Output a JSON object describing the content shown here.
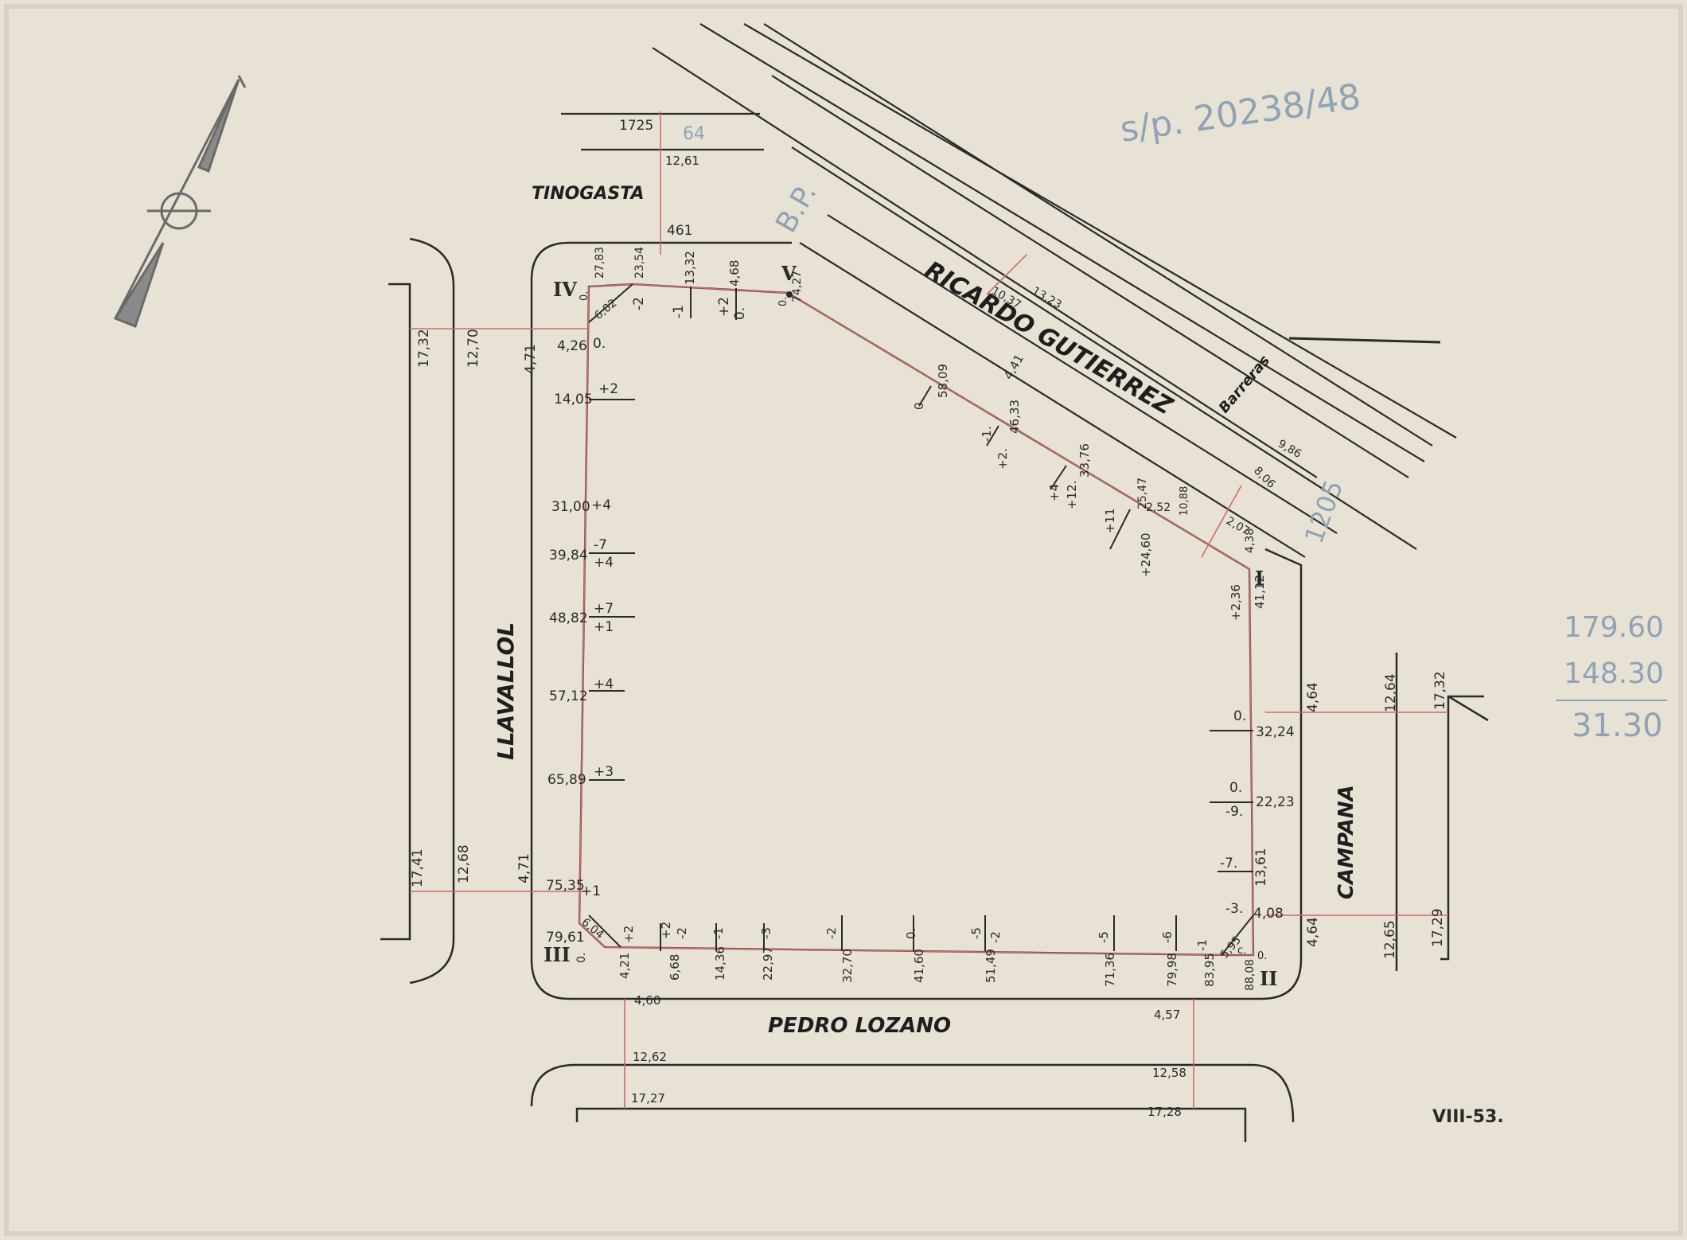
{
  "annotations": {
    "file_ref": "s/p. 20238/48",
    "pencil_bp": "B.P.",
    "pencil_diagonal": "1205",
    "pencil_calc": [
      "179.60",
      "148.30",
      "31.30"
    ],
    "sheet_code": "VIII-53."
  },
  "streets": {
    "tinogasta": "TINOGASTA",
    "ricardo_gutierrez": "RICARDO GUTIERREZ",
    "llavallol": "LLAVALLOL",
    "campana": "CAMPANA",
    "pedro_lozano": "PEDRO LOZANO",
    "barreras": "Barreras"
  },
  "vertices": {
    "I": "I",
    "II": "II",
    "III": "III",
    "IV": "IV",
    "V": "V"
  },
  "colors": {
    "paper": "#e8e2d4",
    "ink": "#2a2a2a",
    "red_line": "#d06a6a",
    "pencil": "#8fa3b8"
  },
  "labels": {
    "t1725": "1725",
    "t64": "64",
    "t1261": "12,61",
    "t461": "461",
    "v2783": "27,83",
    "v2351": "23,54",
    "v1332": "13,32",
    "v468": "4,68",
    "v7427": "74,27",
    "v602": "6,02",
    "vm2": "-2",
    "vm1": "-1",
    "vp2": "+2",
    "vo1": "0.",
    "vo2": "0.",
    "vo3": "0.",
    "l426": "4,26",
    "l1405": "14,05",
    "l3100": "31,00",
    "l3984": "39,84",
    "l4882": "48,82",
    "l5712": "57,12",
    "l6589": "65,89",
    "l7535": "75,35",
    "l7961": "79,61",
    "l604": "6,04",
    "lp2": "+2",
    "lp4a": "+4",
    "lm7": "-7",
    "lp4b": "+4",
    "lp7": "+7",
    "lp1a": "+1",
    "lp4c": "+4",
    "lp3": "+3",
    "lp1b": "+1",
    "lo": "0.",
    "lo2": "0.",
    "w1732": "17,32",
    "w1270": "12,70",
    "w471a": "4,71",
    "w1741": "17,41",
    "w1268": "12,68",
    "w471b": "4,71",
    "d5809": "58,09",
    "d441": "4,41",
    "d4633": "46,33",
    "d3376": "33,76",
    "d2547": "25,47",
    "d2460": "+24,60",
    "d252": "2,52",
    "d1088": "10,88",
    "dm1": "-1.",
    "dp2": "+2.",
    "dp4": "+4",
    "dp12": "+12.",
    "dp11": "+11",
    "do": "0.",
    "r1037": "10,37",
    "r1323": "13,23",
    "r986": "9,86",
    "r806": "8,06",
    "r207": "2,07",
    "r438": "4,38",
    "c4112": "41,12",
    "c236": "+2,36",
    "c3224": "32,24",
    "c2223": "22,23",
    "c1361": "13,61",
    "c408": "4,08",
    "c595": "5,95",
    "c8808": "88,08",
    "co1": "0.",
    "co2": "0.",
    "cm9": "-9.",
    "cm7": "-7.",
    "cm3": "-3.",
    "cc": "c.",
    "co3": "0.",
    "e464a": "4,64",
    "e1264": "12,64",
    "e1732": "17,32",
    "e464b": "4,64",
    "e1265": "12,65",
    "e1729": "17,29",
    "b421": "4,21",
    "b668": "6,68",
    "b1436": "14,36",
    "b2297": "22,97",
    "b3270": "32,70",
    "b4160": "41,60",
    "b5149": "51,49",
    "b7136": "71,36",
    "b7998": "79,98",
    "b8395": "83,95",
    "bp2": "+2",
    "bp2b": "+2",
    "bm2": "-2",
    "bm1": "-1",
    "bm3": "-3",
    "bm2b": "-2",
    "bo": "0.",
    "bm5": "-5",
    "bm2c": "-2",
    "bm5b": "-5",
    "bm6": "-6",
    "bm1b": "-1",
    "s460": "4,60",
    "s457": "4,57",
    "s1262": "12,62",
    "s1258": "12,58",
    "s1727": "17,27",
    "s1728": "17,28"
  }
}
